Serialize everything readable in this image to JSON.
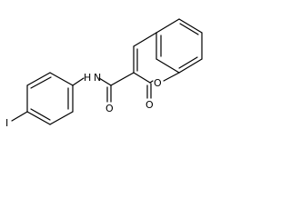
{
  "atoms": {
    "iodine": "I",
    "amide_nitrogen": "N",
    "amide_hydrogen": "H",
    "amide_oxygen": "O",
    "ring_oxygen": "O",
    "lactone_oxygen": "O"
  }
}
